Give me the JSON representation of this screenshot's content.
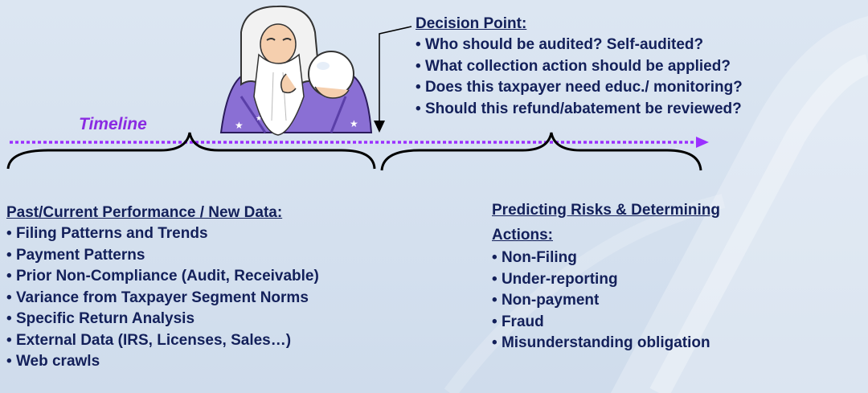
{
  "timeline": {
    "label": "Timeline"
  },
  "decision": {
    "title": "Decision Point:",
    "items": [
      "Who should be audited? Self-audited?",
      "What collection action should be applied?",
      "Does this taxpayer need educ./ monitoring?",
      "Should this refund/abatement be reviewed?"
    ]
  },
  "past": {
    "title": "Past/Current Performance / New Data:",
    "items": [
      "Filing Patterns and Trends",
      "Payment Patterns",
      "Prior Non-Compliance (Audit, Receivable)",
      "Variance from Taxpayer Segment Norms",
      "Specific Return Analysis",
      "External Data (IRS, Licenses, Sales…)",
      "Web crawls"
    ]
  },
  "predicting": {
    "title_line1": "Predicting Risks & Determining",
    "title_line2": "Actions:",
    "items": [
      "Non-Filing",
      "Under-reporting",
      "Non-payment",
      "Fraud",
      "Misunderstanding obligation"
    ]
  },
  "colors": {
    "text": "#13205a",
    "timeline": "#9b30ff",
    "background": "#d6e1ee"
  }
}
